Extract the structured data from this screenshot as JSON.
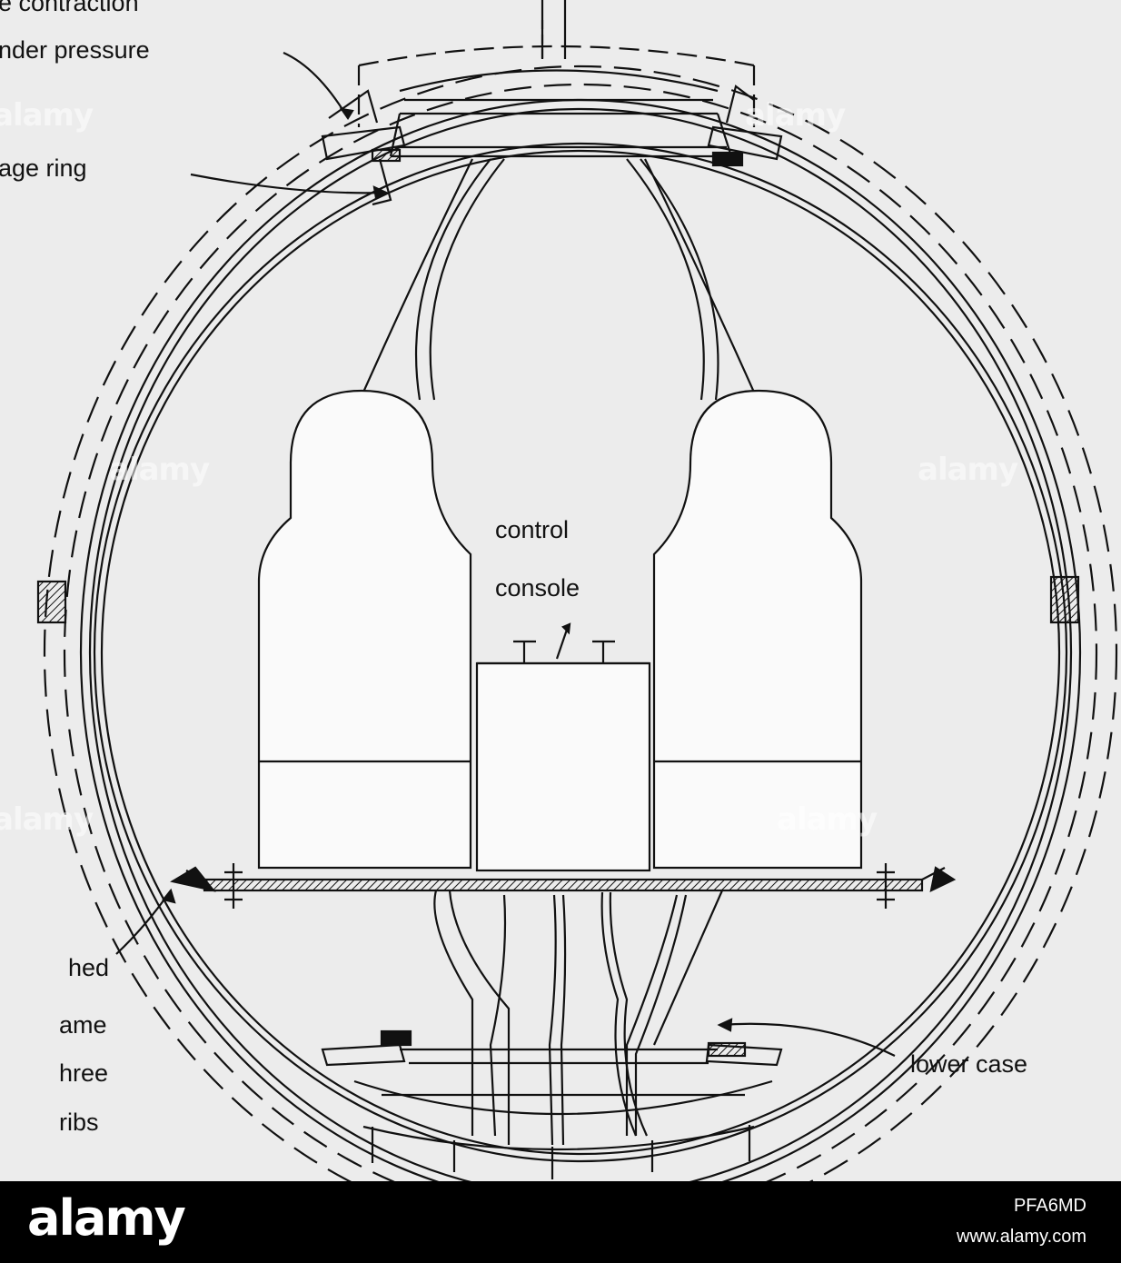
{
  "labels": {
    "pressure_line1": "e contraction",
    "pressure_line2": "nder pressure",
    "ring": "age ring",
    "console_line1": "control",
    "console_line2": "console",
    "frame_line1": "hed",
    "frame_line2": "ame",
    "frame_line3": "hree",
    "frame_line4": "ribs",
    "lower_case": "lower case"
  },
  "watermark": "alamy",
  "footer": {
    "brand": "alamy",
    "image_id": "PFA6MD",
    "site": "www.alamy.com"
  },
  "colors": {
    "figure_background": "#ececec",
    "line": "#111111",
    "footer_background": "#000000",
    "footer_text": "#ffffff"
  }
}
